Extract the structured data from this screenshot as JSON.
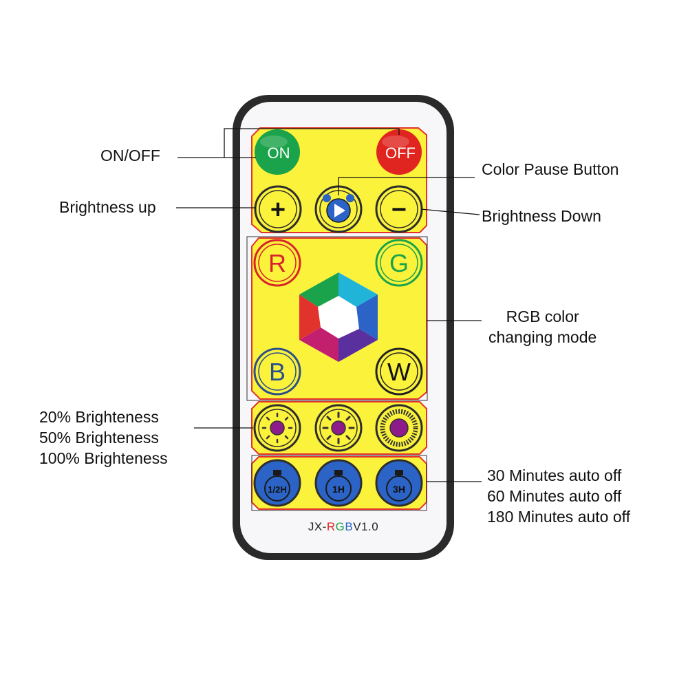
{
  "remote": {
    "model": {
      "prefix": "JX-",
      "r": "R",
      "g": "G",
      "b": "B",
      "suffix": "V1.0"
    },
    "buttons": {
      "on": "ON",
      "off": "OFF",
      "plus": "+",
      "minus": "−",
      "r": "R",
      "g": "G",
      "b": "B",
      "w": "W",
      "timer_half": "1/2H",
      "timer_1h": "1H",
      "timer_3h": "3H"
    }
  },
  "annotations": {
    "on_off": "ON/OFF",
    "color_pause": "Color Pause Button",
    "brightness_up": "Brightness up",
    "brightness_down": "Brightness Down",
    "rgb_mode": {
      "line1": "RGB color",
      "line2": "changing mode"
    },
    "brightness_levels": [
      "20% Brighteness",
      "50% Brighteness",
      "100% Brighteness"
    ],
    "auto_off": [
      "30 Minutes auto off",
      "60 Minutes auto off",
      "180 Minutes auto off"
    ]
  },
  "colors": {
    "panel_yellow": "#fbf23c",
    "panel_border": "#e2322c",
    "on_green": "#1aa34a",
    "off_red": "#e0241f",
    "timer_blue": "#2b63c6",
    "sun_purple": "#8d1b8a"
  }
}
